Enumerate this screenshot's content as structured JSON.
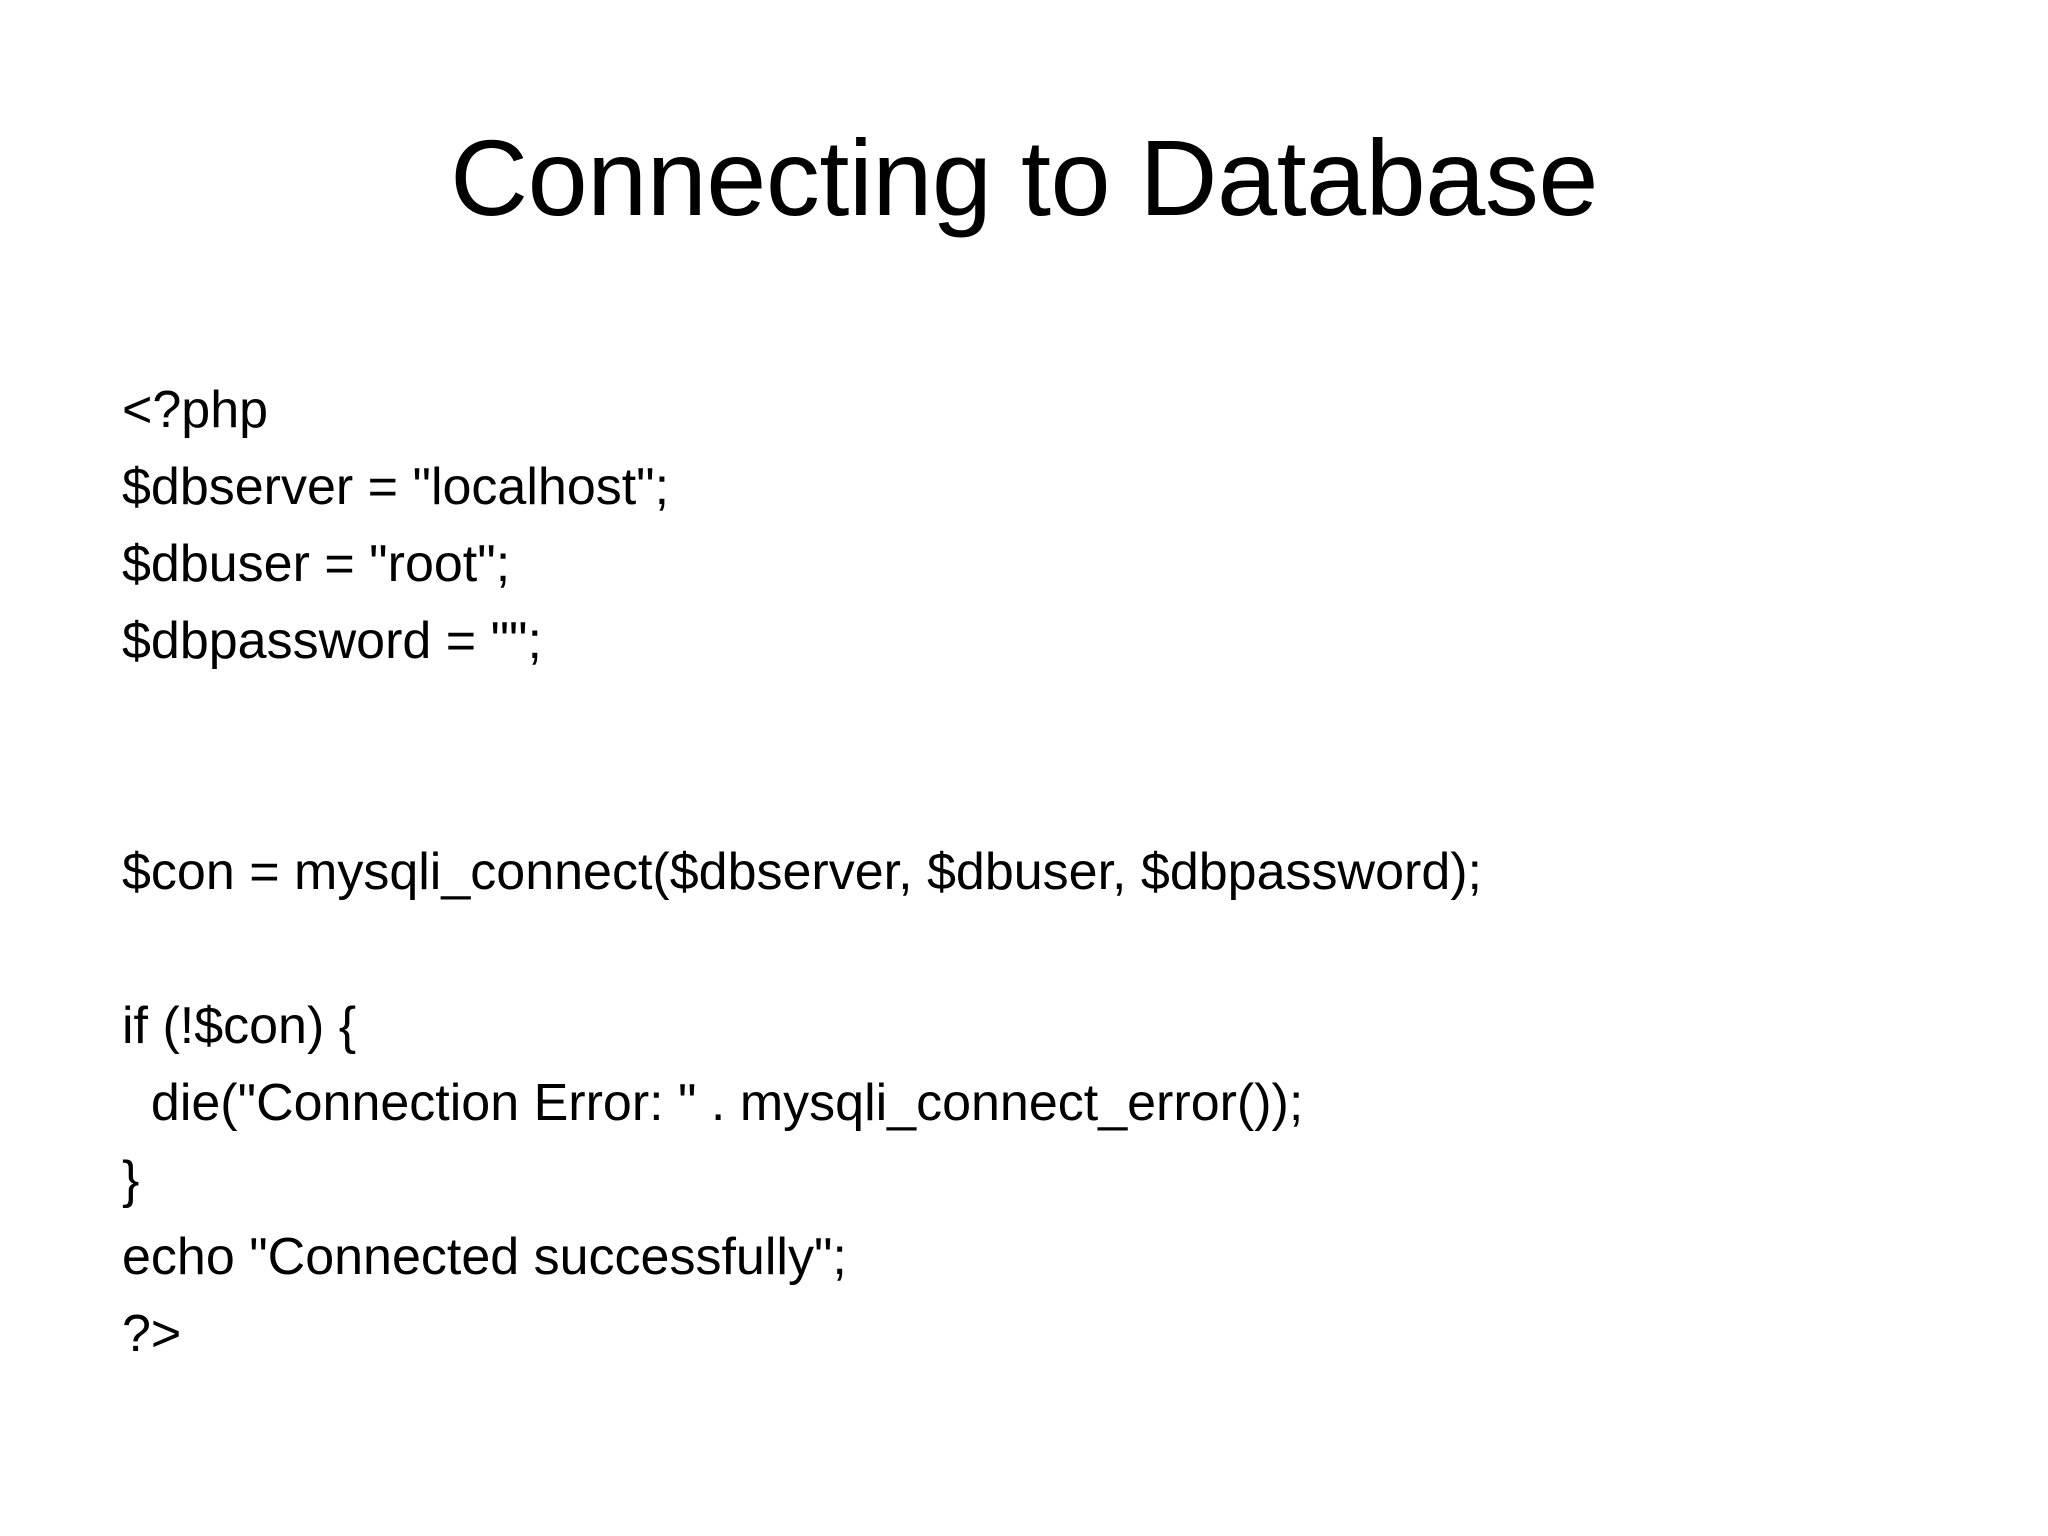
{
  "slide": {
    "title": "Connecting to Database",
    "background_color": "#ffffff",
    "text_color": "#000000",
    "code_lines": [
      {
        "text": "<?php"
      },
      {
        "text": "$dbserver = \"localhost\";"
      },
      {
        "text": "$dbuser = \"root\";"
      },
      {
        "text": "$dbpassword = \"\";"
      },
      {
        "text": ""
      },
      {
        "text": ""
      },
      {
        "text": "$con = mysqli_connect($dbserver, $dbuser, $dbpassword);"
      },
      {
        "text": ""
      },
      {
        "text": "if (!$con) {"
      },
      {
        "text": "  die(\"Connection Error: \" . mysqli_connect_error());"
      },
      {
        "text": "}"
      },
      {
        "text": "echo \"Connected successfully\";"
      },
      {
        "text": "?>"
      }
    ]
  }
}
